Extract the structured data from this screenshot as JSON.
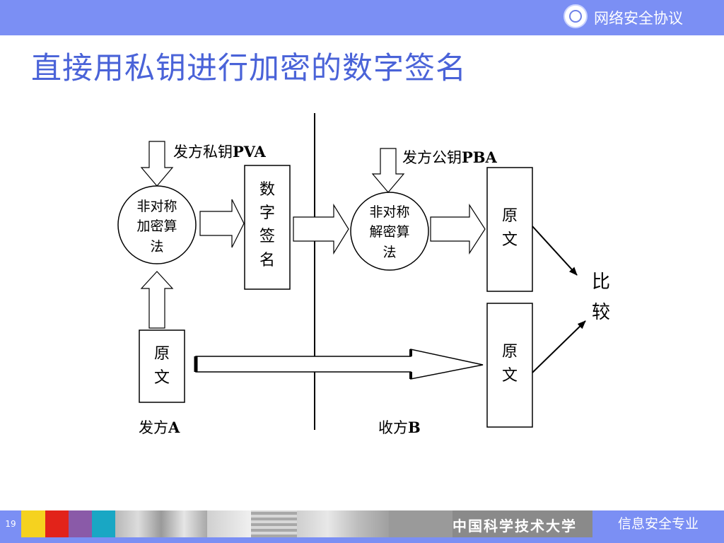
{
  "header": {
    "title": "网络安全协议"
  },
  "slide": {
    "title": "直接用私钥进行加密的数字签名"
  },
  "diagram": {
    "sender_private_key": "发方私钥",
    "sender_private_key_code": "PVA",
    "sender_public_key": "发方公钥",
    "sender_public_key_code": "PBA",
    "encrypt_algo": [
      "非对称",
      "加密算",
      "法"
    ],
    "decrypt_algo": [
      "非对称",
      "解密算",
      "法"
    ],
    "signature": [
      "数",
      "字",
      "签",
      "名"
    ],
    "plaintext": [
      "原",
      "文"
    ],
    "compare": [
      "比",
      "较"
    ],
    "sender": "发方",
    "sender_code": "A",
    "receiver": "收方",
    "receiver_code": "B"
  },
  "footer": {
    "page_number": "19",
    "university": "中国科学技术大学",
    "major": "信息安全专业"
  },
  "colors": {
    "accent": "#7b8ff4",
    "title": "#4a63d8"
  }
}
